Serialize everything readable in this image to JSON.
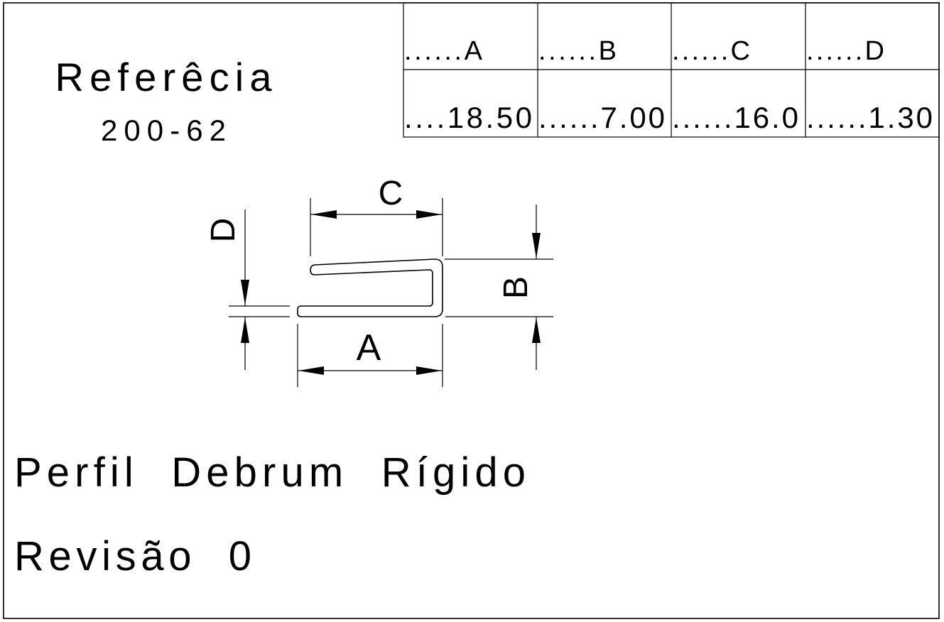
{
  "reference": {
    "title": "Referêcia",
    "code": "200-62"
  },
  "table": {
    "headers": [
      "......A",
      "......B",
      "......C",
      "......D"
    ],
    "values": [
      "....18.50",
      "......7.00",
      "......16.0",
      "......1.30"
    ]
  },
  "drawing": {
    "labels": {
      "a": "A",
      "b": "B",
      "c": "C",
      "d": "D"
    }
  },
  "description": "Perfil  Debrum  Rígido",
  "revision": "Revisão  0"
}
